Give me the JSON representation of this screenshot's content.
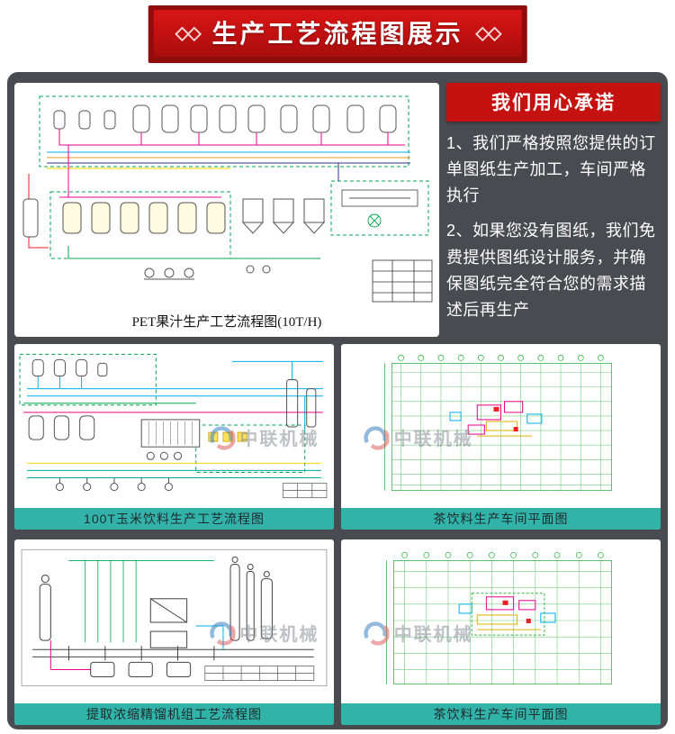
{
  "header": {
    "title": "生产工艺流程图展示",
    "left_decoration": "◇◇",
    "right_decoration": "◇◇"
  },
  "promise": {
    "title": "我们用心承诺",
    "items": [
      "1、我们严格按照您提供的订单图纸生产加工，车间严格执行",
      "2、如果您没有图纸，我们免费提供图纸设计服务，并确保图纸完全符合您的需求描述后再生产"
    ]
  },
  "panels": [
    {
      "caption": "PET果汁生产工艺流程图(10T/H)"
    },
    {
      "caption": "100T玉米饮料生产工艺流程图"
    },
    {
      "caption": "茶饮料生产车间平面图"
    },
    {
      "caption": "提取浓缩精馏机组工艺流程图"
    },
    {
      "caption": "茶饮料生产车间平面图"
    }
  ],
  "watermark": {
    "text": "中联机械"
  },
  "colors": {
    "accent_red": "#c61111",
    "caption_teal": "#32b3aa",
    "container_bg": "#4a4a51",
    "panel_bg": "#ffffff"
  }
}
